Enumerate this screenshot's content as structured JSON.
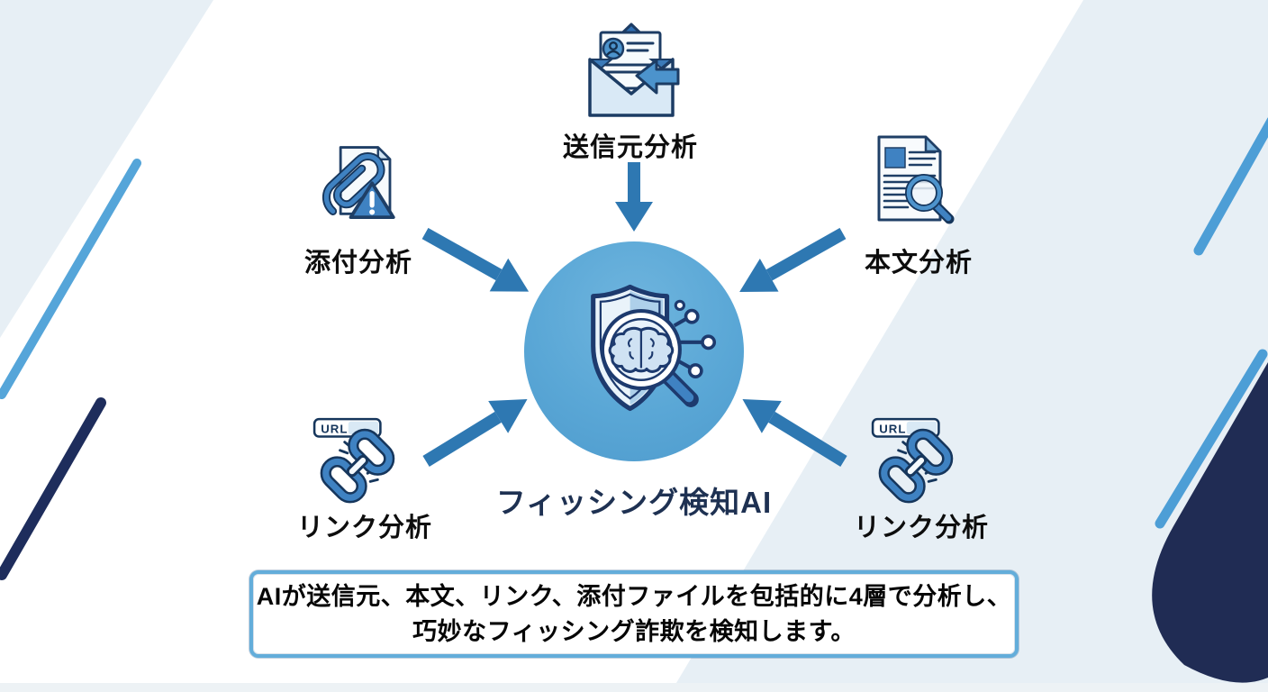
{
  "diagram": {
    "hub": {
      "label": "フィッシング検知AI",
      "icon": "shield-brain-scan-icon"
    },
    "nodes": [
      {
        "id": "sender",
        "label": "送信元分析",
        "icon": "mail-reply-icon",
        "position": "top"
      },
      {
        "id": "attachment",
        "label": "添付分析",
        "icon": "attachment-warning-icon",
        "position": "top-left"
      },
      {
        "id": "body",
        "label": "本文分析",
        "icon": "document-search-icon",
        "position": "top-right"
      },
      {
        "id": "link-left",
        "label": "リンク分析",
        "icon": "url-link-icon",
        "badge": "URL",
        "position": "bottom-left"
      },
      {
        "id": "link-right",
        "label": "リンク分析",
        "icon": "url-link-icon",
        "badge": "URL",
        "position": "bottom-right"
      }
    ],
    "arrows": [
      {
        "from": "sender",
        "to": "hub",
        "direction": "down"
      },
      {
        "from": "attachment",
        "to": "hub",
        "direction": "down-right"
      },
      {
        "from": "body",
        "to": "hub",
        "direction": "down-left"
      },
      {
        "from": "link-left",
        "to": "hub",
        "direction": "up-right"
      },
      {
        "from": "link-right",
        "to": "hub",
        "direction": "up-left"
      }
    ],
    "summary": {
      "line1": "AIが送信元、本文、リンク、添付ファイルを包括的に4層で分析し、",
      "line2": "巧妙なフィッシング詐欺を検知します。"
    },
    "colors": {
      "arrow": "#2e78b2",
      "hub_circle": "#57a3d3",
      "accent_light_blue": "#55a5d9",
      "navy": "#1e2d5c",
      "icon_blue": "#3f82c2",
      "icon_outline": "#1c3c64",
      "pale_panel": "#e7eff5",
      "box_border": "#63adda",
      "label_text": "#0d0d0d",
      "hub_label_text": "#1e3152"
    }
  }
}
